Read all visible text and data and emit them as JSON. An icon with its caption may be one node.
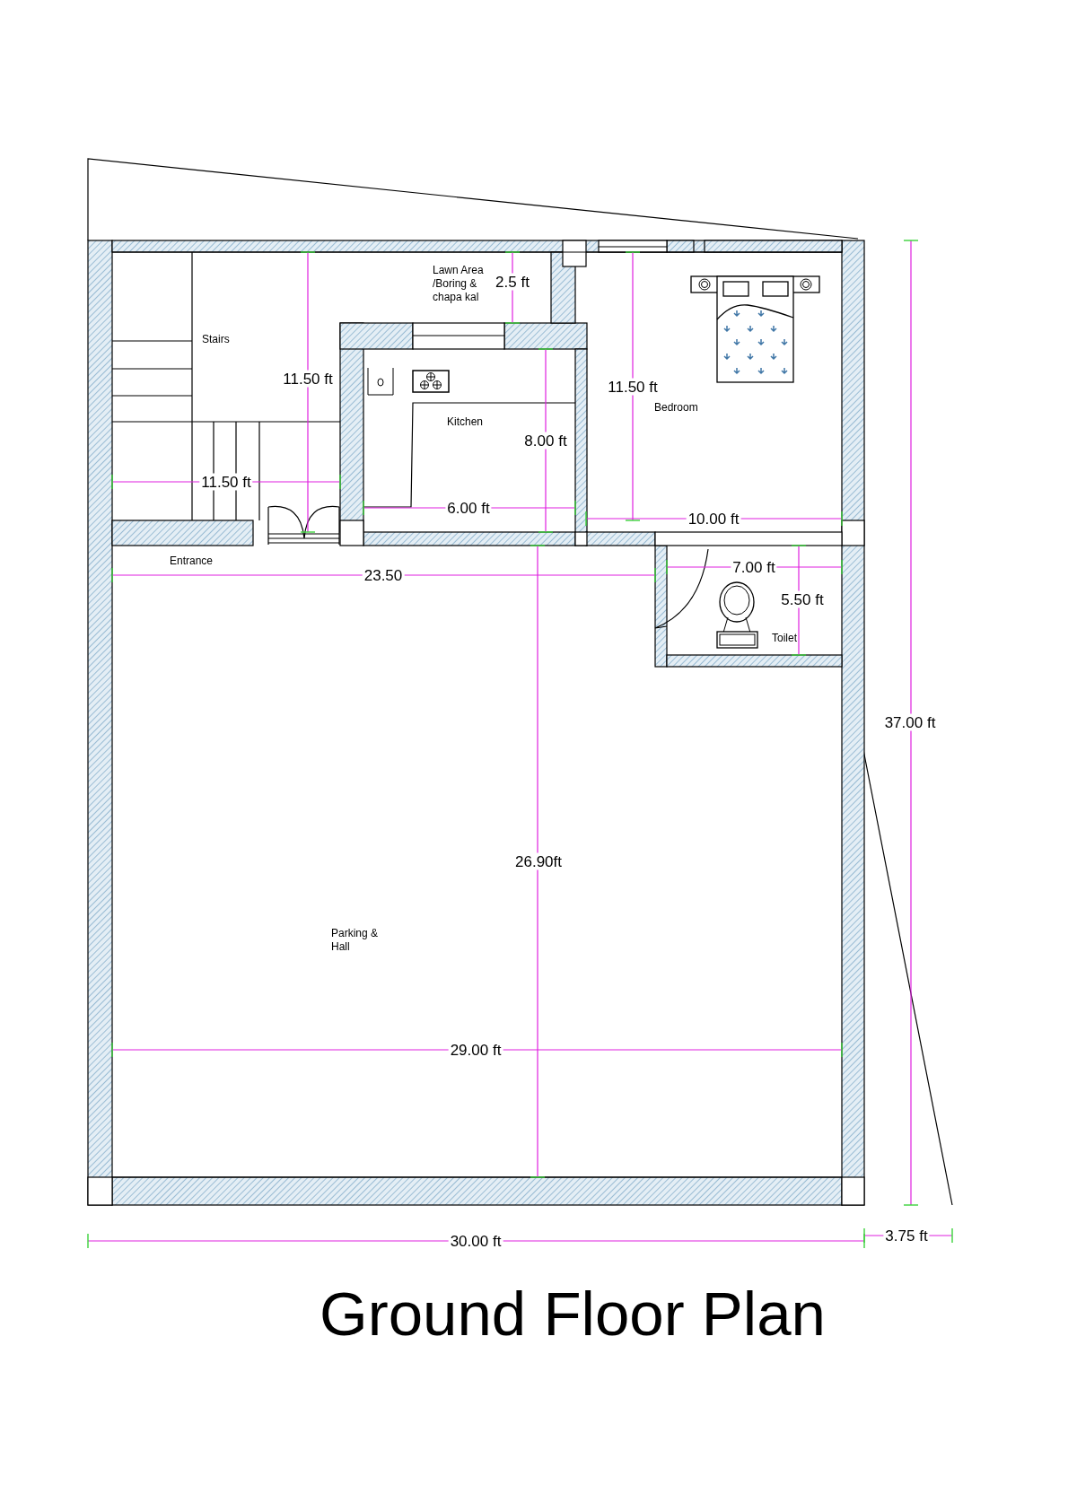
{
  "diagram": {
    "title": "Ground Floor Plan",
    "labels": [
      "Lawn Area /Boring & chapa kal",
      "2.5 ft",
      "Stairs",
      "11.50 ft",
      "11.50 ft",
      "Bedroom",
      "Kitchen",
      "8.00 ft",
      "11.50 ft",
      "6.00 ft",
      "10.00 ft",
      "Entrance",
      "7.00 ft",
      "23.50",
      "5.50 ft",
      "Toilet",
      "37.00 ft",
      "26.90ft",
      "Parking & Hall",
      "29.00 ft",
      "30.00 ft",
      "3.75 ft"
    ]
  }
}
